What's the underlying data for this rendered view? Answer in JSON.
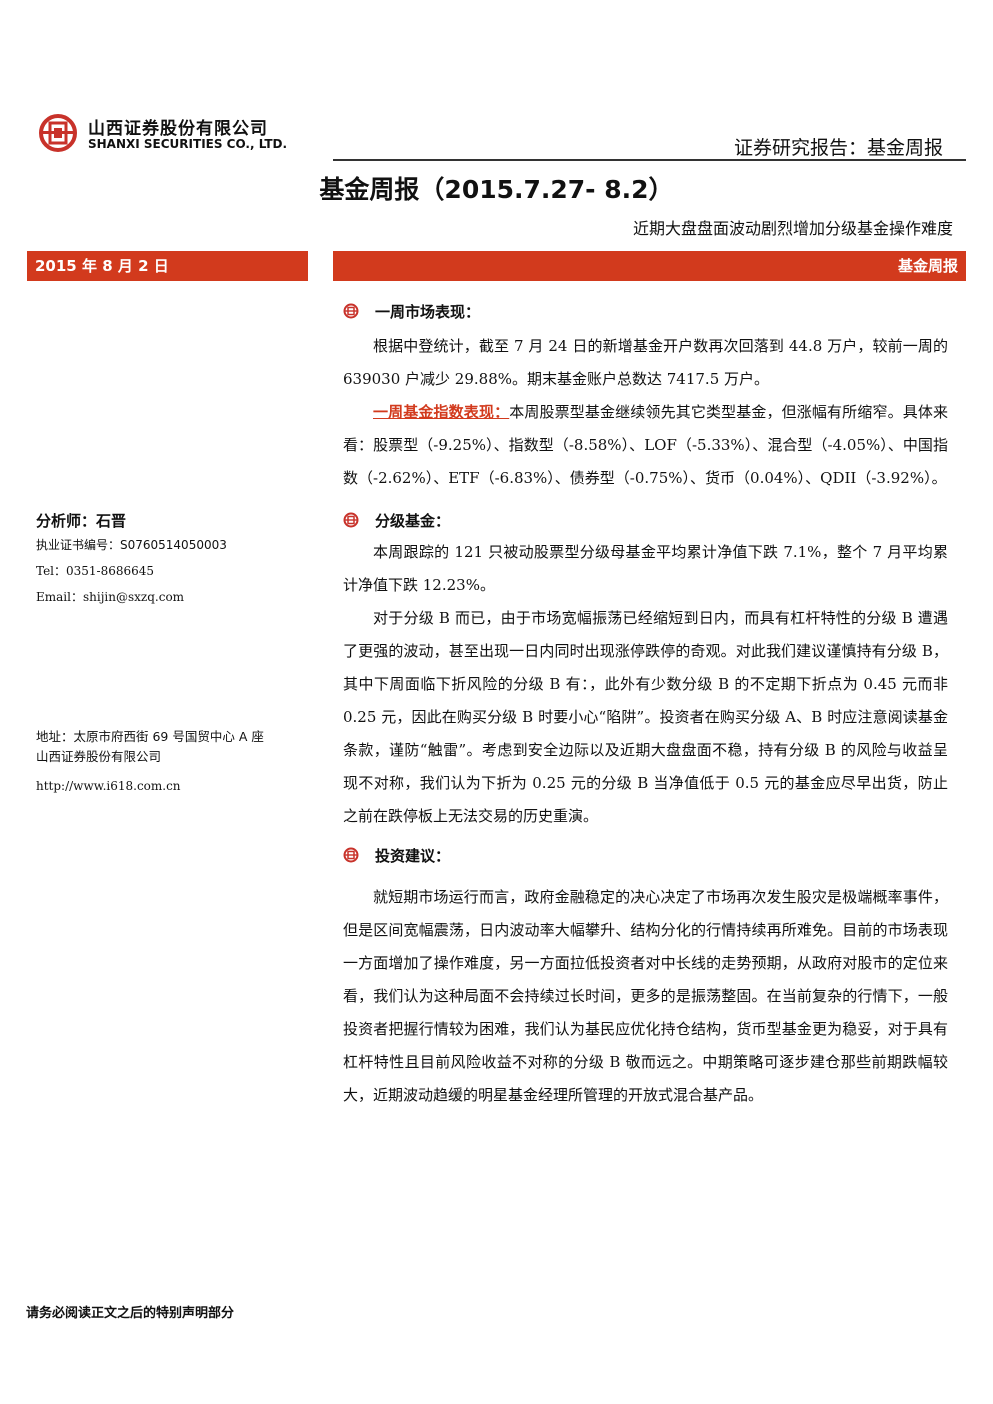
{
  "header": {
    "company_cn": "山西证券股份有限公司",
    "company_en": "SHANXI SECURITIES CO., LTD.",
    "report_type": "证券研究报告：基金周报",
    "title": "基金周报（2015.7.27- 8.2）",
    "subtitle": "近期大盘盘面波动剧烈增加分级基金操作难度"
  },
  "bars": {
    "date": "2015 年 8 月 2 日",
    "category": "基金周报"
  },
  "sidebar": {
    "analyst": "分析师：石晋",
    "cert": "执业证书编号：S0760514050003",
    "tel": "Tel：0351-8686645",
    "email": "Email：shijin@sxzq.com",
    "address": "地址：太原市府西街 69 号国贸中心 A 座",
    "address_company": "山西证券股份有限公司",
    "website": "http://www.i618.com.cn"
  },
  "sections": [
    {
      "heading": "一周市场表现：",
      "p1": "根据中登统计，截至 7 月 24 日的新增基金开户数再次回落到 44.8 万户，较前一周的 639030 户减少 29.88%。期末基金账户总数达 7417.5 万户。",
      "p2_keyword": "一周基金指数表现：",
      "p2_text": "本周股票型基金继续领先其它类型基金，但涨幅有所缩窄。具体来看：股票型（-9.25%）、指数型（-8.58%）、LOF（-5.33%）、混合型（-4.05%）、中国指数（-2.62%）、ETF（-6.83%）、债券型（-0.75%）、货币（0.04%）、QDII（-3.92%）。"
    },
    {
      "heading": "分级基金：",
      "p1": "本周跟踪的 121 只被动股票型分级母基金平均累计净值下跌 7.1%，整个 7 月平均累计净值下跌 12.23%。",
      "p2": "对于分级 B 而已，由于市场宽幅振荡已经缩短到日内，而具有杠杆特性的分级 B 遭遇了更强的波动，甚至出现一日内同时出现涨停跌停的奇观。对此我们建议谨慎持有分级 B，其中下周面临下折风险的分级 B 有：，此外有少数分级 B 的不定期下折点为 0.45 元而非 0.25 元，因此在购买分级 B 时要小心“陷阱”。投资者在购买分级 A、B 时应注意阅读基金条款，谨防“触雷”。考虑到安全边际以及近期大盘盘面不稳，持有分级 B 的风险与收益呈现不对称，我们认为下折为 0.25 元的分级 B 当净值低于 0.5 元的基金应尽早出货，防止之前在跌停板上无法交易的历史重演。"
    },
    {
      "heading": "投资建议：",
      "p1": "就短期市场运行而言，政府金融稳定的决心决定了市场再次发生股灾是极端概率事件，但是区间宽幅震荡，日内波动率大幅攀升、结构分化的行情持续再所难免。目前的市场表现一方面增加了操作难度，另一方面拉低投资者对中长线的走势预期，从政府对股市的定位来看，我们认为这种局面不会持续过长时间，更多的是振荡整固。在当前复杂的行情下，一般投资者把握行情较为困难，我们认为基民应优化持仓结构，货币型基金更为稳妥，对于具有杠杆特性且目前风险收益不对称的分级 B 敬而远之。中期策略可逐步建仓那些前期跌幅较大，近期波动趋缓的明星基金经理所管理的开放式混合基产品。"
    }
  ],
  "footer": "请务必阅读正文之后的特别声明部分",
  "colors": {
    "accent": "#d23a1d"
  }
}
